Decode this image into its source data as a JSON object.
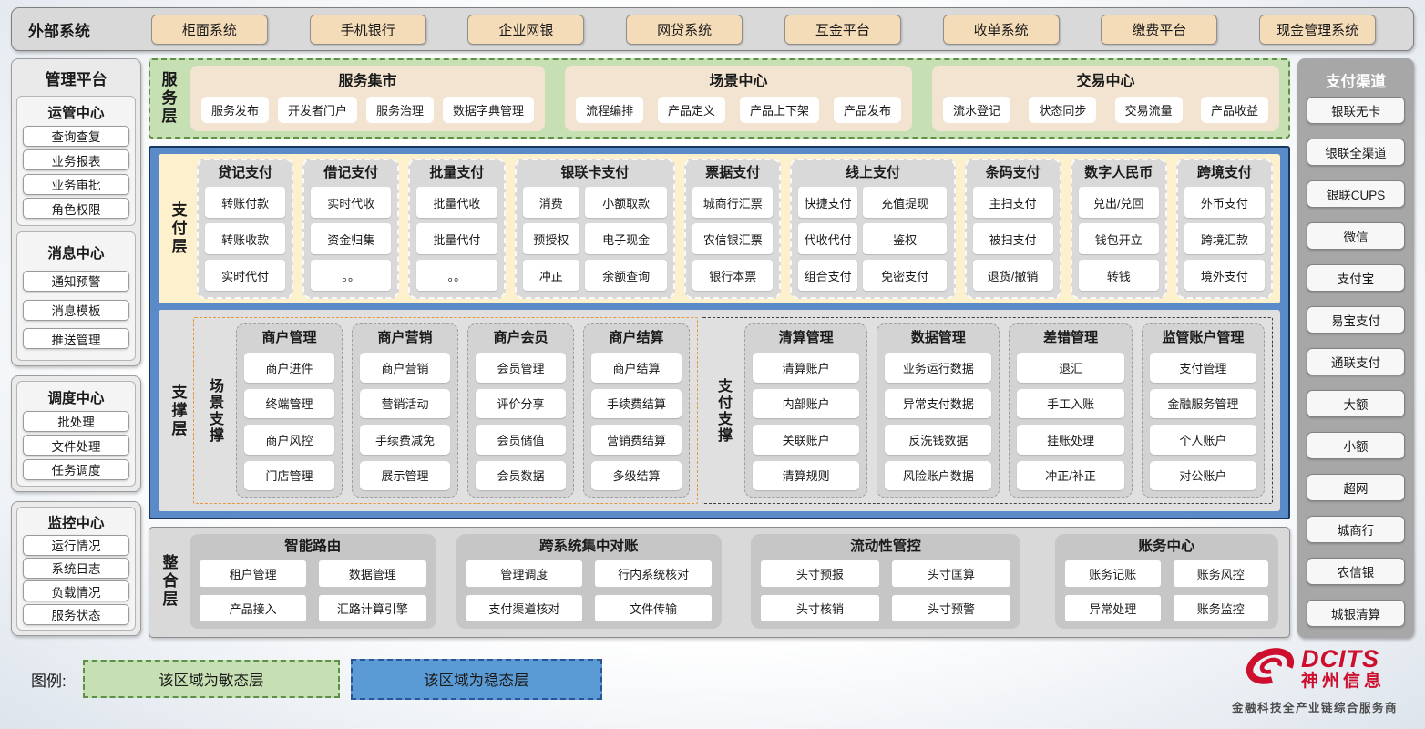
{
  "external": {
    "label": "外部系统",
    "items": [
      "柜面系统",
      "手机银行",
      "企业网银",
      "网贷系统",
      "互金平台",
      "收单系统",
      "缴费平台",
      "现金管理系统"
    ]
  },
  "left_panel": {
    "title": "管理平台",
    "boxes": [
      {
        "groups": [
          {
            "title": "运管中心",
            "items": [
              "查询查复",
              "业务报表",
              "业务审批",
              "角色权限"
            ]
          },
          {
            "title": "消息中心",
            "items": [
              "通知预警",
              "消息模板",
              "推送管理"
            ]
          }
        ]
      },
      {
        "groups": [
          {
            "title": "调度中心",
            "items": [
              "批处理",
              "文件处理",
              "任务调度"
            ]
          }
        ]
      },
      {
        "groups": [
          {
            "title": "监控中心",
            "items": [
              "运行情况",
              "系统日志",
              "负载情况",
              "服务状态"
            ]
          }
        ]
      }
    ]
  },
  "service_layer": {
    "label": "服务层",
    "sections": [
      {
        "title": "服务集市",
        "items": [
          "服务发布",
          "开发者门户",
          "服务治理",
          "数据字典管理"
        ]
      },
      {
        "title": "场景中心",
        "items": [
          "流程编排",
          "产品定义",
          "产品上下架",
          "产品发布"
        ]
      },
      {
        "title": "交易中心",
        "items": [
          "流水登记",
          "状态同步",
          "交易流量",
          "产品收益"
        ]
      }
    ]
  },
  "payment_layer": {
    "label": "支付层",
    "columns": [
      {
        "title": "贷记支付",
        "cols": 1,
        "items": [
          "转账付款",
          "转账收款",
          "实时代付"
        ]
      },
      {
        "title": "借记支付",
        "cols": 1,
        "items": [
          "实时代收",
          "资金归集",
          "。。"
        ]
      },
      {
        "title": "批量支付",
        "cols": 1,
        "items": [
          "批量代收",
          "批量代付",
          "。。"
        ]
      },
      {
        "title": "银联卡支付",
        "cols": 2,
        "items": [
          "消费",
          "小额取款",
          "预授权",
          "电子现金",
          "冲正",
          "余额查询"
        ]
      },
      {
        "title": "票据支付",
        "cols": 1,
        "items": [
          "城商行汇票",
          "农信银汇票",
          "银行本票"
        ]
      },
      {
        "title": "线上支付",
        "cols": 2,
        "items": [
          "快捷支付",
          "充值提现",
          "代收代付",
          "鉴权",
          "组合支付",
          "免密支付"
        ]
      },
      {
        "title": "条码支付",
        "cols": 1,
        "items": [
          "主扫支付",
          "被扫支付",
          "退货/撤销"
        ]
      },
      {
        "title": "数字人民币",
        "cols": 1,
        "items": [
          "兑出/兑回",
          "钱包开立",
          "转钱"
        ]
      },
      {
        "title": "跨境支付",
        "cols": 1,
        "items": [
          "外币支付",
          "跨境汇款",
          "境外支付"
        ]
      }
    ]
  },
  "support_layer": {
    "label": "支撑层",
    "scene_support": {
      "label": "场景支撑",
      "columns": [
        {
          "title": "商户管理",
          "items": [
            "商户进件",
            "终端管理",
            "商户风控",
            "门店管理"
          ]
        },
        {
          "title": "商户营销",
          "items": [
            "商户营销",
            "营销活动",
            "手续费减免",
            "展示管理"
          ]
        },
        {
          "title": "商户会员",
          "items": [
            "会员管理",
            "评价分享",
            "会员储值",
            "会员数据"
          ]
        },
        {
          "title": "商户结算",
          "items": [
            "商户结算",
            "手续费结算",
            "营销费结算",
            "多级结算"
          ]
        }
      ]
    },
    "payment_support": {
      "label": "支付支撑",
      "columns": [
        {
          "title": "清算管理",
          "items": [
            "清算账户",
            "内部账户",
            "关联账户",
            "清算规则"
          ]
        },
        {
          "title": "数据管理",
          "items": [
            "业务运行数据",
            "异常支付数据",
            "反洗钱数据",
            "风险账户数据"
          ]
        },
        {
          "title": "差错管理",
          "items": [
            "退汇",
            "手工入账",
            "挂账处理",
            "冲正/补正"
          ]
        },
        {
          "title": "监管账户管理",
          "items": [
            "支付管理",
            "金融服务管理",
            "个人账户",
            "对公账户"
          ]
        }
      ]
    }
  },
  "integration_layer": {
    "label": "整合层",
    "sections": [
      {
        "title": "智能路由",
        "items": [
          "租户管理",
          "数据管理",
          "产品接入",
          "汇路计算引擎"
        ]
      },
      {
        "title": "跨系统集中对账",
        "items": [
          "管理调度",
          "行内系统核对",
          "支付渠道核对",
          "文件传输"
        ]
      },
      {
        "title": "流动性管控",
        "items": [
          "头寸预报",
          "头寸匡算",
          "头寸核销",
          "头寸预警"
        ]
      },
      {
        "title": "账务中心",
        "items": [
          "账务记账",
          "账务风控",
          "异常处理",
          "账务监控"
        ]
      }
    ]
  },
  "right_panel": {
    "title": "支付渠道",
    "items": [
      "银联无卡",
      "银联全渠道",
      "银联CUPS",
      "微信",
      "支付宝",
      "易宝支付",
      "通联支付",
      "大额",
      "小额",
      "超网",
      "城商行",
      "农信银",
      "城银清算"
    ]
  },
  "legend": {
    "label": "图例:",
    "agile": "该区域为敏态层",
    "stable": "该区域为稳态层"
  },
  "logo": {
    "brand": "DCITS",
    "name": "神州信息",
    "tagline": "金融科技全产业链综合服务商"
  },
  "colors": {
    "agile_green": "#c6e0b4",
    "stable_blue": "#5b9bd5",
    "payment_cream": "#fcf0cd",
    "external_tan": "#f5dcb8",
    "panel_gray": "#d9d9d9",
    "scene_support_border_orange": "#e8953a",
    "logo_red": "#ce0e2d"
  }
}
